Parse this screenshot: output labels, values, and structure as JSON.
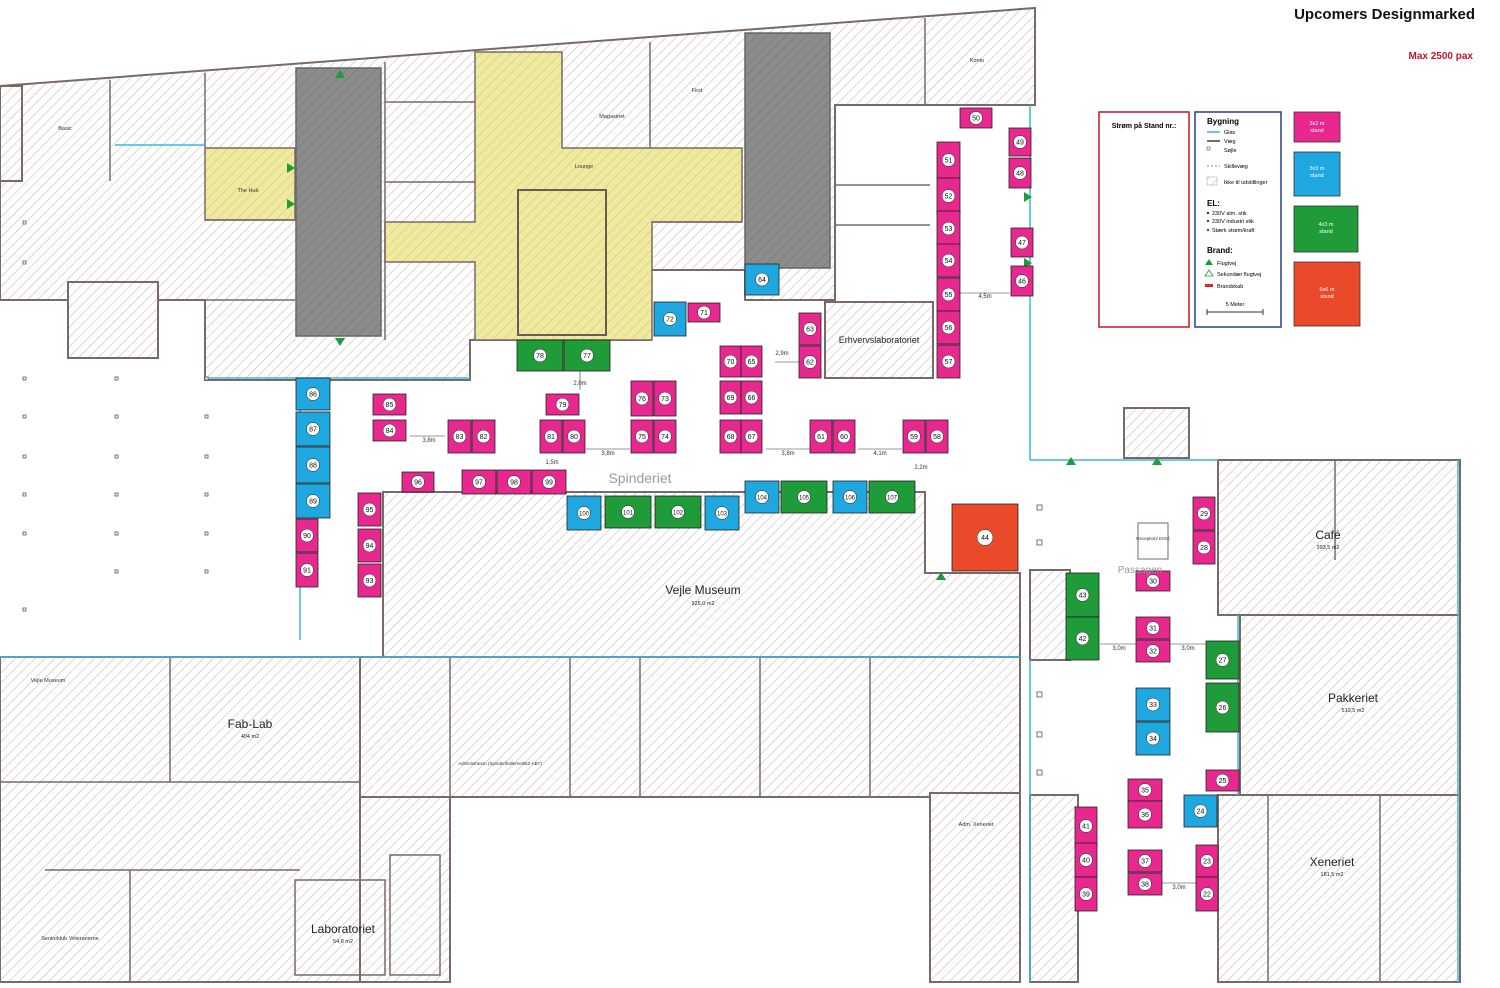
{
  "header": {
    "title": "Upcomers Designmarked",
    "capacity": "Max 2500 pax"
  },
  "colors": {
    "small": "#e8288f",
    "medium": "#1fa7e0",
    "large": "#1f9b3a",
    "xl": "#ea4a2a",
    "yellow": "#efeaa0",
    "darkgrey": "#8a8a8a",
    "wall": "#7a6a66",
    "glass": "#3fb6e6"
  },
  "legend": {
    "power_box_title": "Strøm på Stand nr.:",
    "building_title": "Bygning",
    "building_items": [
      "Glas",
      "Væg",
      "Søjle",
      "Skillevæg",
      "Ikke til udstillinger"
    ],
    "el_title": "EL:",
    "el_items": [
      "230V alm. stik",
      "230V industri stik",
      "Stærk strøm/kraft"
    ],
    "brand_title": "Brand:",
    "brand_items": [
      "Flugtvej",
      "Sekundær flugtvej",
      "Brandskab"
    ],
    "scale": "5 Meter",
    "stand_sizes": [
      {
        "label": "3x2 m\nstand",
        "color": "small"
      },
      {
        "label": "3x3 m\nstand",
        "color": "medium"
      },
      {
        "label": "4x3 m\nstand",
        "color": "large"
      },
      {
        "label": "6x6 m\nstand",
        "color": "xl"
      }
    ]
  },
  "rooms": [
    {
      "name": "Fab-Lab",
      "area": "404 m2"
    },
    {
      "name": "Vejle Museum",
      "area": "925,0 m2"
    },
    {
      "name": "Laboratoriet",
      "area": "54,8 m2"
    },
    {
      "name": "Café",
      "area": "393,5 m2"
    },
    {
      "name": "Pakkeriet",
      "area": "510,5 m2"
    },
    {
      "name": "Xeneriet",
      "area": "181,5 m2"
    },
    {
      "name": "Erhvervslaboratoriet",
      "area": ""
    },
    {
      "name": "Spinderiet",
      "area": ""
    },
    {
      "name": "Passagen",
      "area": ""
    }
  ],
  "small_labels": [
    "Basic",
    "The Hub",
    "Lounge",
    "Magasinet",
    "First",
    "Konto",
    "Vejle Museum",
    "Administration (Spinderihallerne/BIZ-ABT)",
    "Adm. Xeneriet",
    "Reception/ Entré",
    "Seniorklub Veteranerne"
  ],
  "dimensions": [
    "2,0m",
    "2,9m",
    "4,5m",
    "3,8m",
    "1,5m",
    "3,8m",
    "3,8m",
    "4,1m",
    "2,2m",
    "3,0m",
    "3,0m",
    "3,0m"
  ],
  "stands": [
    {
      "n": "50",
      "c": "small"
    },
    {
      "n": "49",
      "c": "small"
    },
    {
      "n": "48",
      "c": "small"
    },
    {
      "n": "51",
      "c": "small"
    },
    {
      "n": "52",
      "c": "small"
    },
    {
      "n": "53",
      "c": "small"
    },
    {
      "n": "54",
      "c": "small"
    },
    {
      "n": "55",
      "c": "small"
    },
    {
      "n": "56",
      "c": "small"
    },
    {
      "n": "57",
      "c": "small"
    },
    {
      "n": "47",
      "c": "small"
    },
    {
      "n": "46",
      "c": "small"
    },
    {
      "n": "64",
      "c": "medium"
    },
    {
      "n": "72",
      "c": "medium"
    },
    {
      "n": "71",
      "c": "small"
    },
    {
      "n": "63",
      "c": "small"
    },
    {
      "n": "62",
      "c": "small"
    },
    {
      "n": "78",
      "c": "large"
    },
    {
      "n": "77",
      "c": "large"
    },
    {
      "n": "70",
      "c": "small"
    },
    {
      "n": "65",
      "c": "small"
    },
    {
      "n": "69",
      "c": "small"
    },
    {
      "n": "66",
      "c": "small"
    },
    {
      "n": "68",
      "c": "small"
    },
    {
      "n": "67",
      "c": "small"
    },
    {
      "n": "76",
      "c": "small"
    },
    {
      "n": "73",
      "c": "small"
    },
    {
      "n": "75",
      "c": "small"
    },
    {
      "n": "74",
      "c": "small"
    },
    {
      "n": "79",
      "c": "small"
    },
    {
      "n": "81",
      "c": "small"
    },
    {
      "n": "80",
      "c": "small"
    },
    {
      "n": "85",
      "c": "small"
    },
    {
      "n": "84",
      "c": "small"
    },
    {
      "n": "83",
      "c": "small"
    },
    {
      "n": "82",
      "c": "small"
    },
    {
      "n": "61",
      "c": "small"
    },
    {
      "n": "60",
      "c": "small"
    },
    {
      "n": "59",
      "c": "small"
    },
    {
      "n": "58",
      "c": "small"
    },
    {
      "n": "86",
      "c": "medium"
    },
    {
      "n": "87",
      "c": "medium"
    },
    {
      "n": "88",
      "c": "medium"
    },
    {
      "n": "89",
      "c": "medium"
    },
    {
      "n": "90",
      "c": "small"
    },
    {
      "n": "91",
      "c": "small"
    },
    {
      "n": "96",
      "c": "small"
    },
    {
      "n": "97",
      "c": "small"
    },
    {
      "n": "98",
      "c": "small"
    },
    {
      "n": "99",
      "c": "small"
    },
    {
      "n": "95",
      "c": "small"
    },
    {
      "n": "94",
      "c": "small"
    },
    {
      "n": "93",
      "c": "small"
    },
    {
      "n": "100",
      "c": "medium"
    },
    {
      "n": "101",
      "c": "large"
    },
    {
      "n": "102",
      "c": "large"
    },
    {
      "n": "103",
      "c": "medium"
    },
    {
      "n": "104",
      "c": "medium"
    },
    {
      "n": "105",
      "c": "large"
    },
    {
      "n": "106",
      "c": "medium"
    },
    {
      "n": "107",
      "c": "large"
    },
    {
      "n": "44",
      "c": "xl"
    },
    {
      "n": "29",
      "c": "small"
    },
    {
      "n": "28",
      "c": "small"
    },
    {
      "n": "30",
      "c": "small"
    },
    {
      "n": "43",
      "c": "large"
    },
    {
      "n": "42",
      "c": "large"
    },
    {
      "n": "31",
      "c": "small"
    },
    {
      "n": "32",
      "c": "small"
    },
    {
      "n": "27",
      "c": "large"
    },
    {
      "n": "26",
      "c": "large"
    },
    {
      "n": "33",
      "c": "medium"
    },
    {
      "n": "34",
      "c": "medium"
    },
    {
      "n": "25",
      "c": "small"
    },
    {
      "n": "24",
      "c": "medium"
    },
    {
      "n": "35",
      "c": "small"
    },
    {
      "n": "36",
      "c": "small"
    },
    {
      "n": "41",
      "c": "small"
    },
    {
      "n": "40",
      "c": "small"
    },
    {
      "n": "39",
      "c": "small"
    },
    {
      "n": "37",
      "c": "small"
    },
    {
      "n": "38",
      "c": "small"
    },
    {
      "n": "23",
      "c": "small"
    },
    {
      "n": "22",
      "c": "small"
    }
  ]
}
